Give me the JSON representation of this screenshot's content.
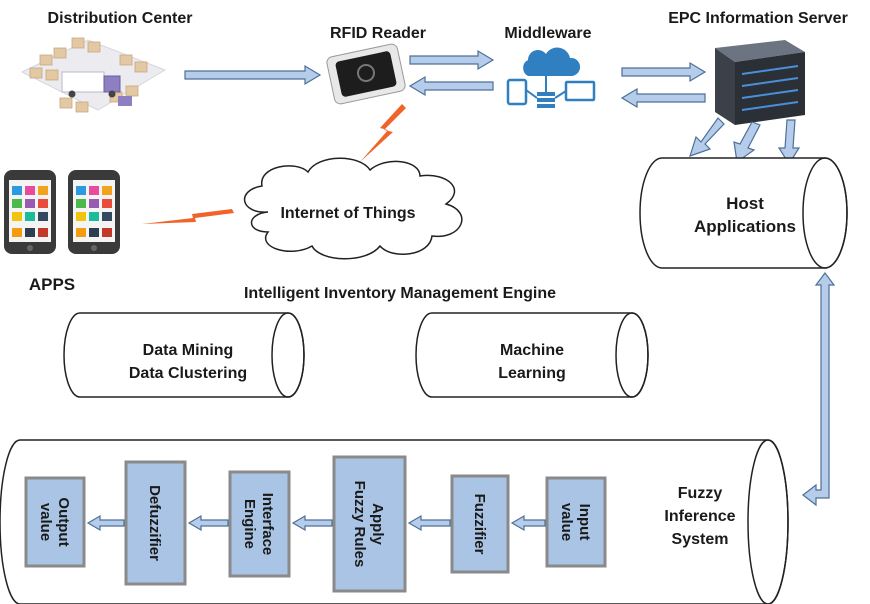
{
  "labels": {
    "distribution_center": "Distribution Center",
    "rfid_reader": "RFID Reader",
    "middleware": "Middleware",
    "epc_server": "EPC Information Server",
    "host_applications": [
      "Host",
      "Applications"
    ],
    "internet_of_things": "Internet of Things",
    "apps": "APPS",
    "engine_title": "Intelligent Inventory Management Engine",
    "data_mining": [
      "Data Mining",
      "Data Clustering"
    ],
    "machine_learning": [
      "Machine",
      "Learning"
    ],
    "fuzzy_system": [
      "Fuzzy",
      "Inference",
      "System"
    ]
  },
  "fuzzy_steps": [
    [
      "Output",
      "value"
    ],
    [
      "Defuzzifier"
    ],
    [
      "Interface",
      "Engine"
    ],
    [
      "Apply",
      "Fuzzy Rules"
    ],
    [
      "Fuzzifier"
    ],
    [
      "Input",
      "value"
    ]
  ],
  "colors": {
    "box_fill": "#a9c4e4",
    "arrow_fill": "#b5cdea",
    "lightning": "#f0642a",
    "server": "#2b2f36"
  }
}
